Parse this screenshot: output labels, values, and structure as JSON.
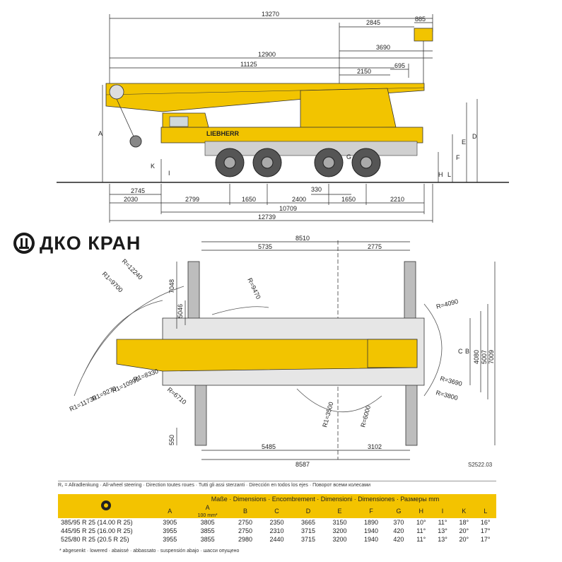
{
  "brand": {
    "name": "ДКО КРАН",
    "logo_icon": "brand-logo-icon"
  },
  "side_view": {
    "top_dims": [
      "13270",
      "2845",
      "885",
      "3690",
      "12900",
      "11125",
      "2150",
      "695"
    ],
    "bottom_dims": [
      "2745",
      "330",
      "2030",
      "2799",
      "1650",
      "2400",
      "1650",
      "2210",
      "10709",
      "12739"
    ],
    "letters": [
      "A",
      "D",
      "E",
      "F",
      "G",
      "H",
      "I",
      "K",
      "L"
    ],
    "brand_on_cab": "LIEBHERR"
  },
  "top_view": {
    "top_dims": [
      "8510",
      "5735",
      "2775"
    ],
    "left_dims": [
      "7048",
      "5046",
      "550"
    ],
    "right_dims": [
      "4080",
      "5007",
      "7009"
    ],
    "radii": [
      "R=12240",
      "R1=9700",
      "R=9470",
      "R=4090",
      "R=3690",
      "R=3800",
      "R1=8330",
      "R1=10990",
      "R1=9270",
      "R1=11730",
      "R=6710",
      "R1=3500",
      "R=6000"
    ],
    "bottom_dims": [
      "5485",
      "3102",
      "8587"
    ],
    "letters": [
      "B",
      "C"
    ],
    "drawing_code": "S2522.03"
  },
  "legend": "R₁ = Allradlenkung · All-wheel steering · Direction toutes roues · Tutti gli assi sterzanti · Dirección en todos los ejes · Поворот всеми колесами",
  "table": {
    "title": "Maße · Dimensions · Encombrement · Dimensioni · Dimensiones · Размеры mm",
    "columns": [
      "A",
      "A",
      "B",
      "C",
      "D",
      "E",
      "F",
      "G",
      "H",
      "I",
      "K",
      "L"
    ],
    "sub_note": "100 mm*",
    "rows": [
      {
        "tyre": "385/95 R 25 (14.00 R 25)",
        "values": [
          "3905",
          "3805",
          "2750",
          "2350",
          "3665",
          "3150",
          "1890",
          "370",
          "10°",
          "11°",
          "18°",
          "16°"
        ]
      },
      {
        "tyre": "445/95 R 25 (16.00 R 25)",
        "values": [
          "3955",
          "3855",
          "2750",
          "2310",
          "3715",
          "3200",
          "1940",
          "420",
          "11°",
          "13°",
          "20°",
          "17°"
        ]
      },
      {
        "tyre": "525/80 R 25 (20.5 R 25)",
        "values": [
          "3955",
          "3855",
          "2980",
          "2440",
          "3715",
          "3200",
          "1940",
          "420",
          "11°",
          "13°",
          "20°",
          "17°"
        ]
      }
    ],
    "footnote": "* abgesenkt · lowered · abaissé · abbassato · suspensión abajo · шасси опущено"
  },
  "colors": {
    "crane_yellow": "#f2c400",
    "table_yellow": "#f3c300",
    "line": "#222222",
    "grey": "#9a9a9a"
  }
}
